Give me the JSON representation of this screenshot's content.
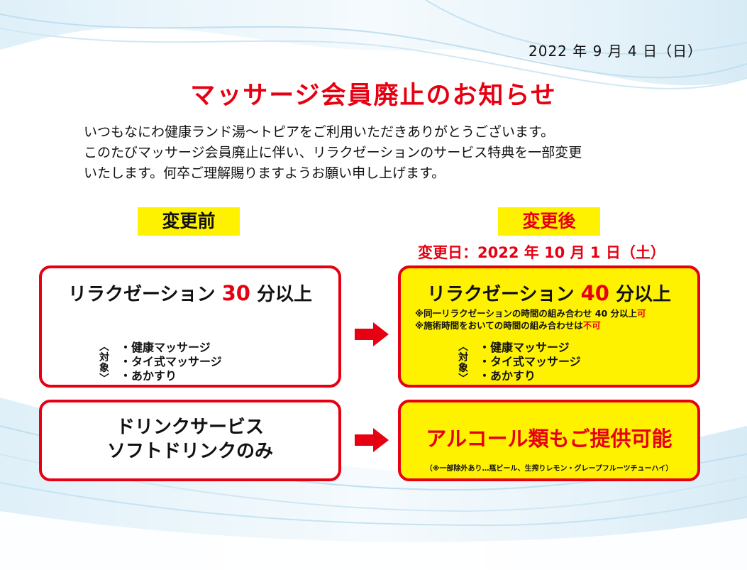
{
  "date": "2022 年 9 月 4 日（日）",
  "title": "マッサージ会員廃止のお知らせ",
  "intro": [
    "いつもなにわ健康ランド湯〜トピアをご利用いただきありがとうございます。",
    "このたびマッサージ会員廃止に伴い、リラクゼーションのサービス特典を一部変更",
    "いたします。何卒ご理解賜りますようお願い申し上げます。"
  ],
  "before": {
    "label": "変更前",
    "relax": {
      "prefix": "リラクゼーション ",
      "num": "30",
      "suffix": " 分以上"
    },
    "target": [
      "︿",
      "対",
      "象",
      "﹀"
    ],
    "items": [
      "・健康マッサージ",
      "・タイ式マッサージ",
      "・あかすり"
    ],
    "drink": [
      "ドリンクサービス",
      "ソフトドリンクのみ"
    ]
  },
  "after": {
    "label": "変更後",
    "change_date": "変更日：2022 年 10 月 1 日（土）",
    "relax": {
      "prefix": "リラクゼーション ",
      "num": "40",
      "suffix": " 分以上"
    },
    "note1": {
      "text": "※同一リラクゼーションの時間の組み合わせ 40 分以上",
      "mark": "可"
    },
    "note2": {
      "text": "※施術時間をおいての時間の組み合わせは",
      "mark": "不可"
    },
    "target": [
      "︿",
      "対",
      "象",
      "﹀"
    ],
    "items": [
      "・健康マッサージ",
      "・タイ式マッサージ",
      "・あかすり"
    ],
    "drink": "アルコール類もご提供可能",
    "drink_note": "（※一部除外あり…瓶ビール、生搾りレモン・グレープフルーツチューハイ）"
  },
  "colors": {
    "accent": "#e60012",
    "highlight": "#fff200",
    "wave": "#cfe6f3"
  },
  "icons": [
    "right-arrow-icon"
  ]
}
